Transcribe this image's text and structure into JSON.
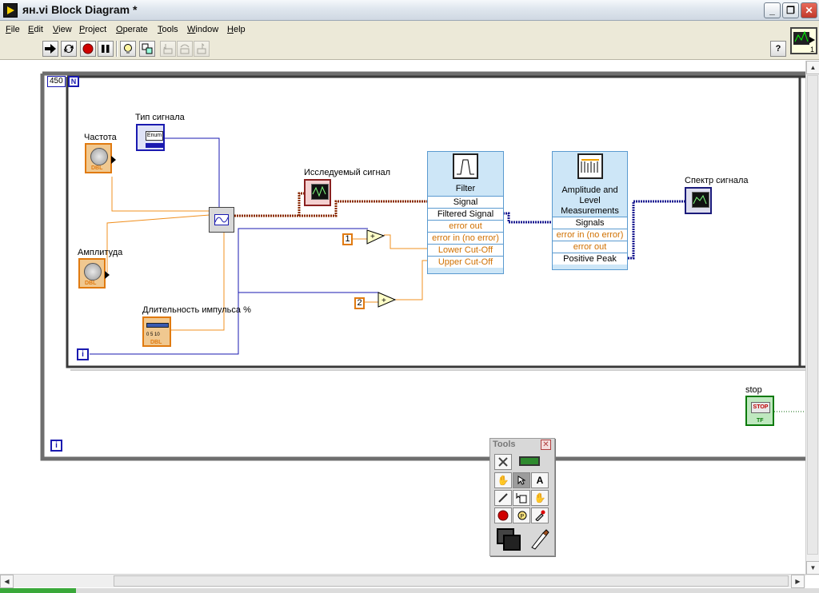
{
  "window": {
    "title": "ян.vi Block Diagram *",
    "controls": {
      "minimize": "_",
      "restore": "❐",
      "close": "✕"
    }
  },
  "menu": [
    "File",
    "Edit",
    "View",
    "Project",
    "Operate",
    "Tools",
    "Window",
    "Help"
  ],
  "toolbar": {
    "icons": [
      "run-arrow-icon",
      "run-continuously-icon",
      "abort-icon",
      "pause-icon",
      "highlight-execution-icon",
      "retain-wire-values-icon",
      "step-into-icon",
      "step-over-icon",
      "step-out-icon"
    ],
    "help_label": "?"
  },
  "connector_pane": {
    "text": "1"
  },
  "loops": {
    "for_count": "450",
    "for_n": "N",
    "for_i": "i",
    "while_i": "i"
  },
  "controls": {
    "frequency_label": "Частота",
    "amplitude_label": "Амплитуда",
    "signal_type_label": "Тип сигнала",
    "signal_type_value": "Enum",
    "duty_label": "Длительность импульса %",
    "dbl": "DBL",
    "duty_scale": "0 5 10",
    "stop_label": "stop",
    "stop_button": "STOP",
    "stop_tf": "TF"
  },
  "indicators": {
    "signal_label": "Исследуемый сигнал",
    "spectrum_label": "Спектр сигнала"
  },
  "constants": {
    "one": "1",
    "two": "2"
  },
  "filter": {
    "title": "Filter",
    "rows": [
      "Signal",
      "Filtered Signal",
      "error out",
      "error in (no error)",
      "Lower Cut-Off",
      "Upper Cut-Off"
    ]
  },
  "amp": {
    "title_lines": [
      "Amplitude and",
      "Level",
      "Measurements"
    ],
    "rows": [
      "Signals",
      "error in (no error)",
      "error out",
      "Positive Peak"
    ]
  },
  "tools_palette": {
    "title": "Tools",
    "icons": [
      "automatic-tool-icon",
      "operate-value-icon",
      "position-select-icon",
      "edit-text-icon",
      "connect-wire-icon",
      "object-shortcut-menu-icon",
      "scroll-window-icon",
      "set-breakpoint-icon",
      "probe-data-icon",
      "get-color-icon",
      "set-color-icon"
    ]
  }
}
